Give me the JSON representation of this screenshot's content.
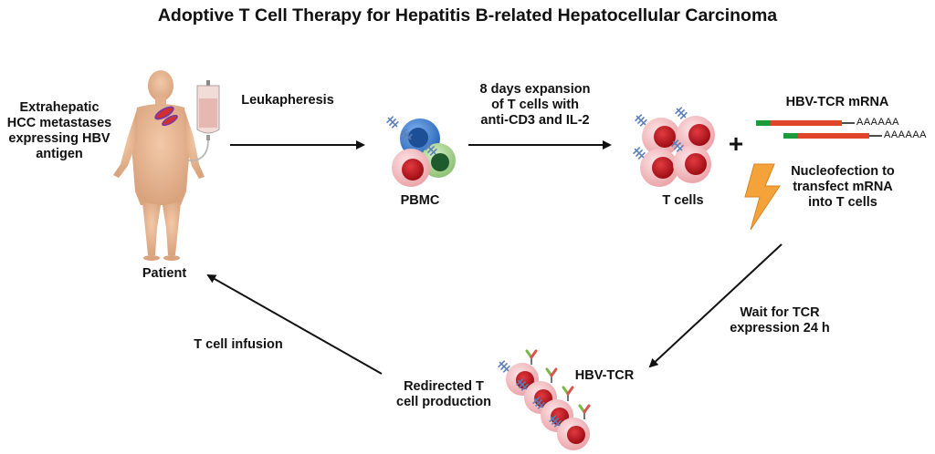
{
  "title": "Adoptive T Cell Therapy for Hepatitis B-related Hepatocellular Carcinoma",
  "labels": {
    "metastases": [
      "Extrahepatic",
      "HCC metastases",
      "expressing HBV",
      "antigen"
    ],
    "patient": "Patient",
    "leukapheresis": "Leukapheresis",
    "pbmc": "PBMC",
    "expansion": [
      "8 days expansion",
      "of T cells with",
      "anti-CD3 and IL-2"
    ],
    "t_cells": "T cells",
    "plus": "+",
    "mrna": "HBV-TCR mRNA",
    "poly_a": "AAAAAA",
    "nucleofection": [
      "Nucleofection to",
      "transfect mRNA",
      "into T cells"
    ],
    "wait": [
      "Wait for TCR",
      "expression 24 h"
    ],
    "hbv_tcr": "HBV-TCR",
    "redirected": [
      "Redirected T",
      "cell production"
    ],
    "infusion": "T cell infusion"
  },
  "colors": {
    "cell_pink": "#f6c9cc",
    "nucleus_red": "#c8141e",
    "monocyte_blue": "#3a7fd0",
    "b_cell_green": "#b9dca0",
    "mrna_red": "#e0452a",
    "mrna_green": "#1c9a3c",
    "lightning": "#f4a23a",
    "tcr_green": "#7ab648",
    "tcr_red": "#d9534f",
    "receptor_blue": "#6a8fc4"
  }
}
